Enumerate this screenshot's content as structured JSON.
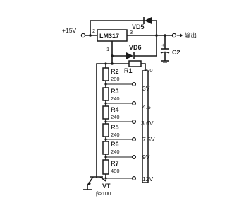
{
  "diagram": {
    "input_label": "+15V",
    "regulator": {
      "label": "LM317",
      "pin_in": "2",
      "pin_out": "3",
      "pin_adj": "1"
    },
    "diodes": {
      "top": "VD5",
      "bottom": "VD6"
    },
    "capacitor": "C2",
    "output_label": "输出",
    "r1": {
      "name": "R1",
      "value": "200"
    },
    "ladder": [
      {
        "name": "R2",
        "value": "280"
      },
      {
        "name": "R3",
        "value": "240"
      },
      {
        "name": "R4",
        "value": "240"
      },
      {
        "name": "R5",
        "value": "240"
      },
      {
        "name": "R6",
        "value": "240"
      },
      {
        "name": "R7",
        "value": "480"
      }
    ],
    "taps": [
      "3V",
      "4.5",
      "3.6V",
      "7.5V",
      "9V",
      "12V"
    ],
    "transistor": {
      "name": "VT",
      "beta": "β>100"
    }
  }
}
